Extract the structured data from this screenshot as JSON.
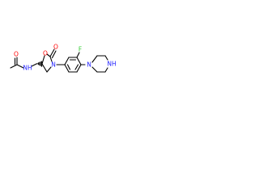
{
  "colors": {
    "bond": "#000000",
    "carbon_text": "#000000",
    "nitrogen": "#2020ff",
    "oxygen": "#ff0000",
    "fluorine": "#33cc33"
  },
  "atoms": {
    "acetyl_oxygen": "O",
    "amide_nitrogen": "NH",
    "carbonyl_oxygen": "O",
    "ring_oxygen": "O",
    "ring_nitrogen": "N",
    "fluorine": "F",
    "piperazine_n1": "N",
    "piperazine_n4": "NH"
  }
}
